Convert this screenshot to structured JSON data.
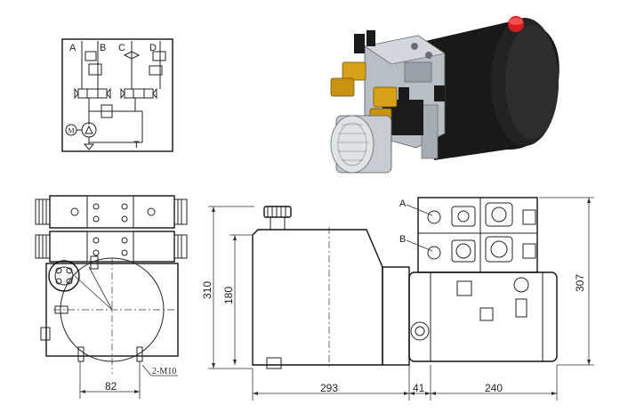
{
  "schematic": {
    "ports": [
      "A",
      "B",
      "C",
      "D"
    ],
    "tank_label": "T",
    "motor_label": "M"
  },
  "drawing": {
    "mount_callout": "2-M10",
    "front_width": "82",
    "height_total": "310",
    "height_tank": "180",
    "side_height": "307",
    "len_tank": "293",
    "len_gap": "41",
    "len_motor": "240",
    "port_a": "A",
    "port_b": "B"
  },
  "colors": {
    "line": "#222222",
    "motor_body": "#1a1a1a",
    "valve_yellow": "#d7a21a",
    "cap_red": "#d81e1e",
    "manifold_gray": "#b9bdc4"
  }
}
